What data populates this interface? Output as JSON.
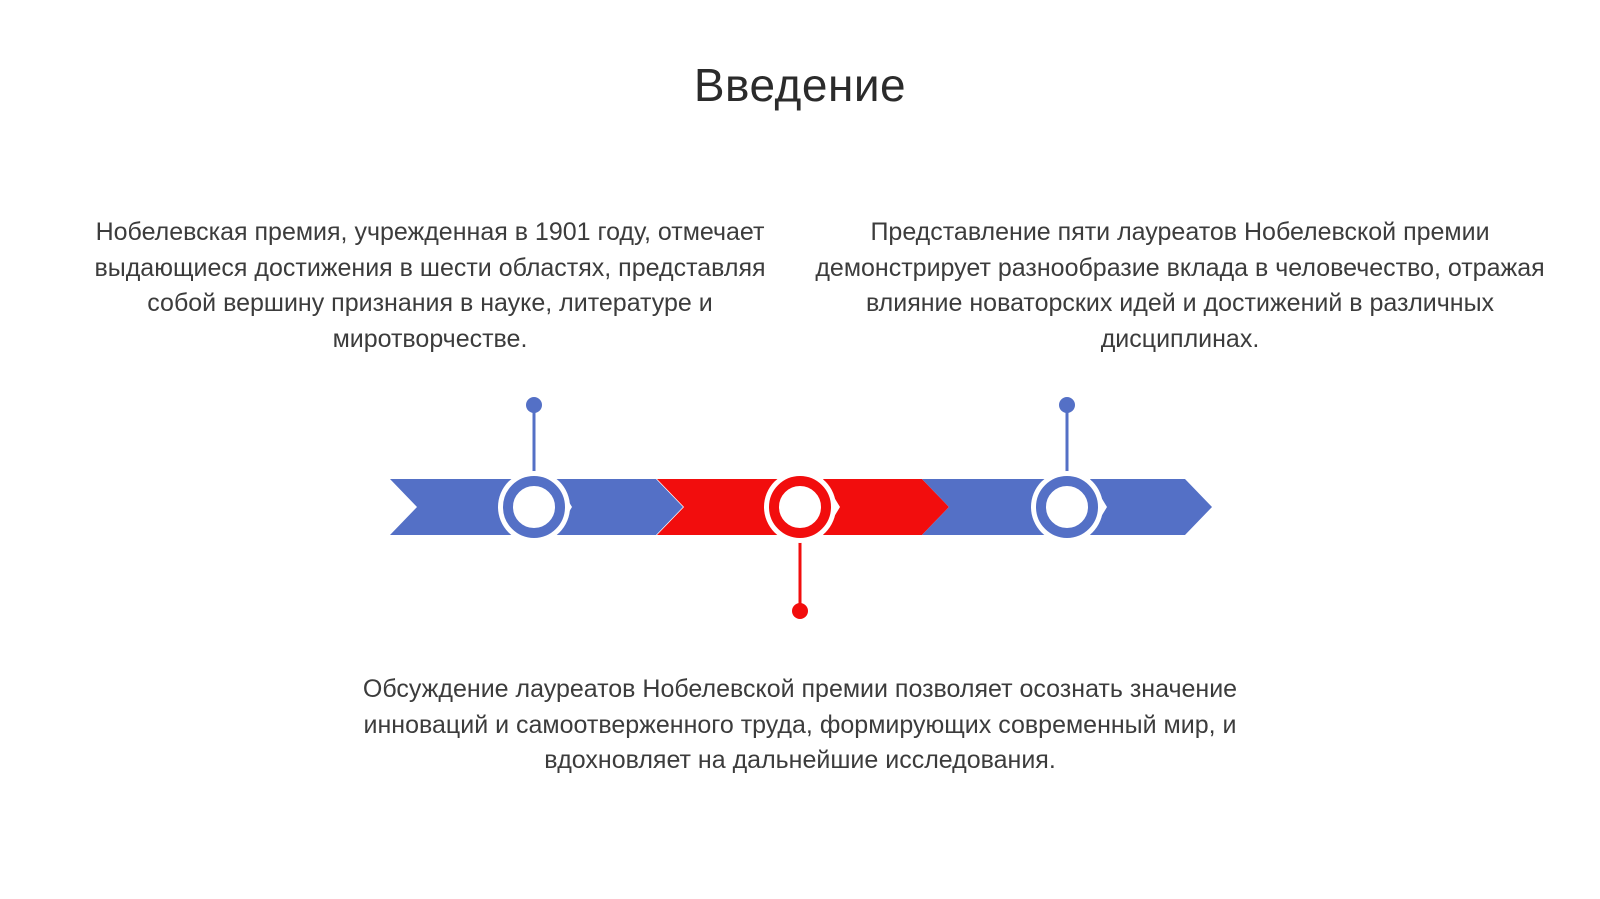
{
  "slide": {
    "title": "Введение"
  },
  "timeline": {
    "colors": {
      "primary": "#5470c6",
      "accent": "#f20d0d"
    },
    "milestones": [
      {
        "id": "left",
        "color_key": "primary",
        "callout": "top",
        "text": "Нобелевская премия, учрежденная в 1901 году, отмечает выдающиеся достижения в шести областях, представляя собой вершину признания в науке, литературе и миротворчестве."
      },
      {
        "id": "center",
        "color_key": "accent",
        "callout": "bottom",
        "text": "Обсуждение лауреатов Нобелевской премии позволяет осознать значение инноваций и самоотверженного труда, формирующих современный мир, и вдохновляет на дальнейшие исследования."
      },
      {
        "id": "right",
        "color_key": "primary",
        "callout": "top",
        "text": "Представление пяти лауреатов Нобелевской премии демонстрирует разнообразие вклада в человечество, отражая влияние новаторских идей и достижений в различных дисциплинах."
      }
    ]
  }
}
